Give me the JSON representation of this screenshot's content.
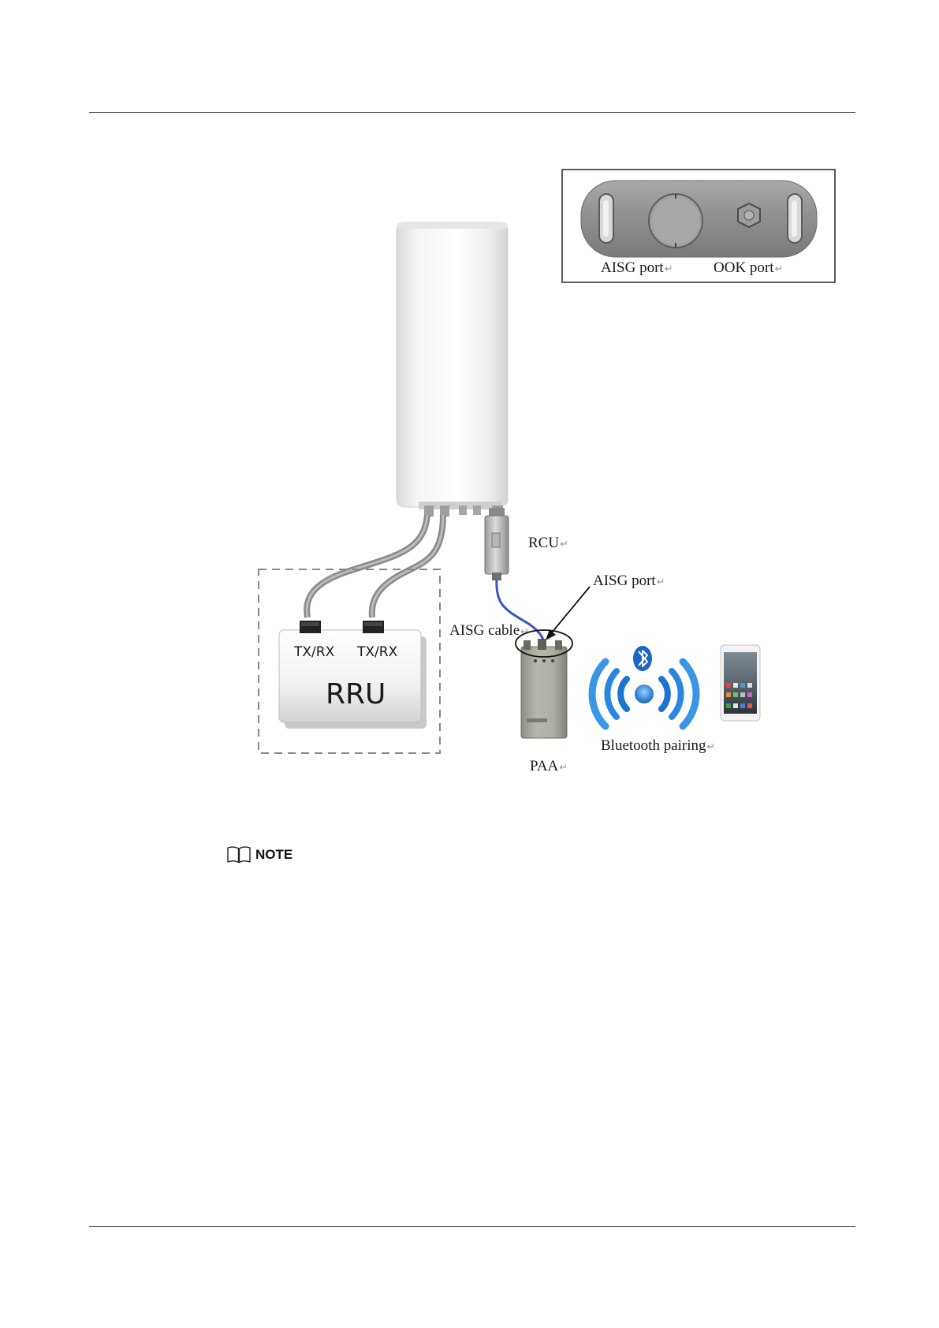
{
  "figure": {
    "inset": {
      "aisg_port_label": "AISG port",
      "ook_port_label": "OOK port"
    },
    "rcu_label": "RCU",
    "aisg_port_callout": "AISG port",
    "aisg_cable_label": "AISG cable",
    "rru": {
      "port_left_label": "TX/RX",
      "port_right_label": "TX/RX",
      "box_label": "RRU"
    },
    "paa_label": "PAA",
    "bluetooth_label": "Bluetooth pairing"
  },
  "note": {
    "label": "NOTE"
  }
}
